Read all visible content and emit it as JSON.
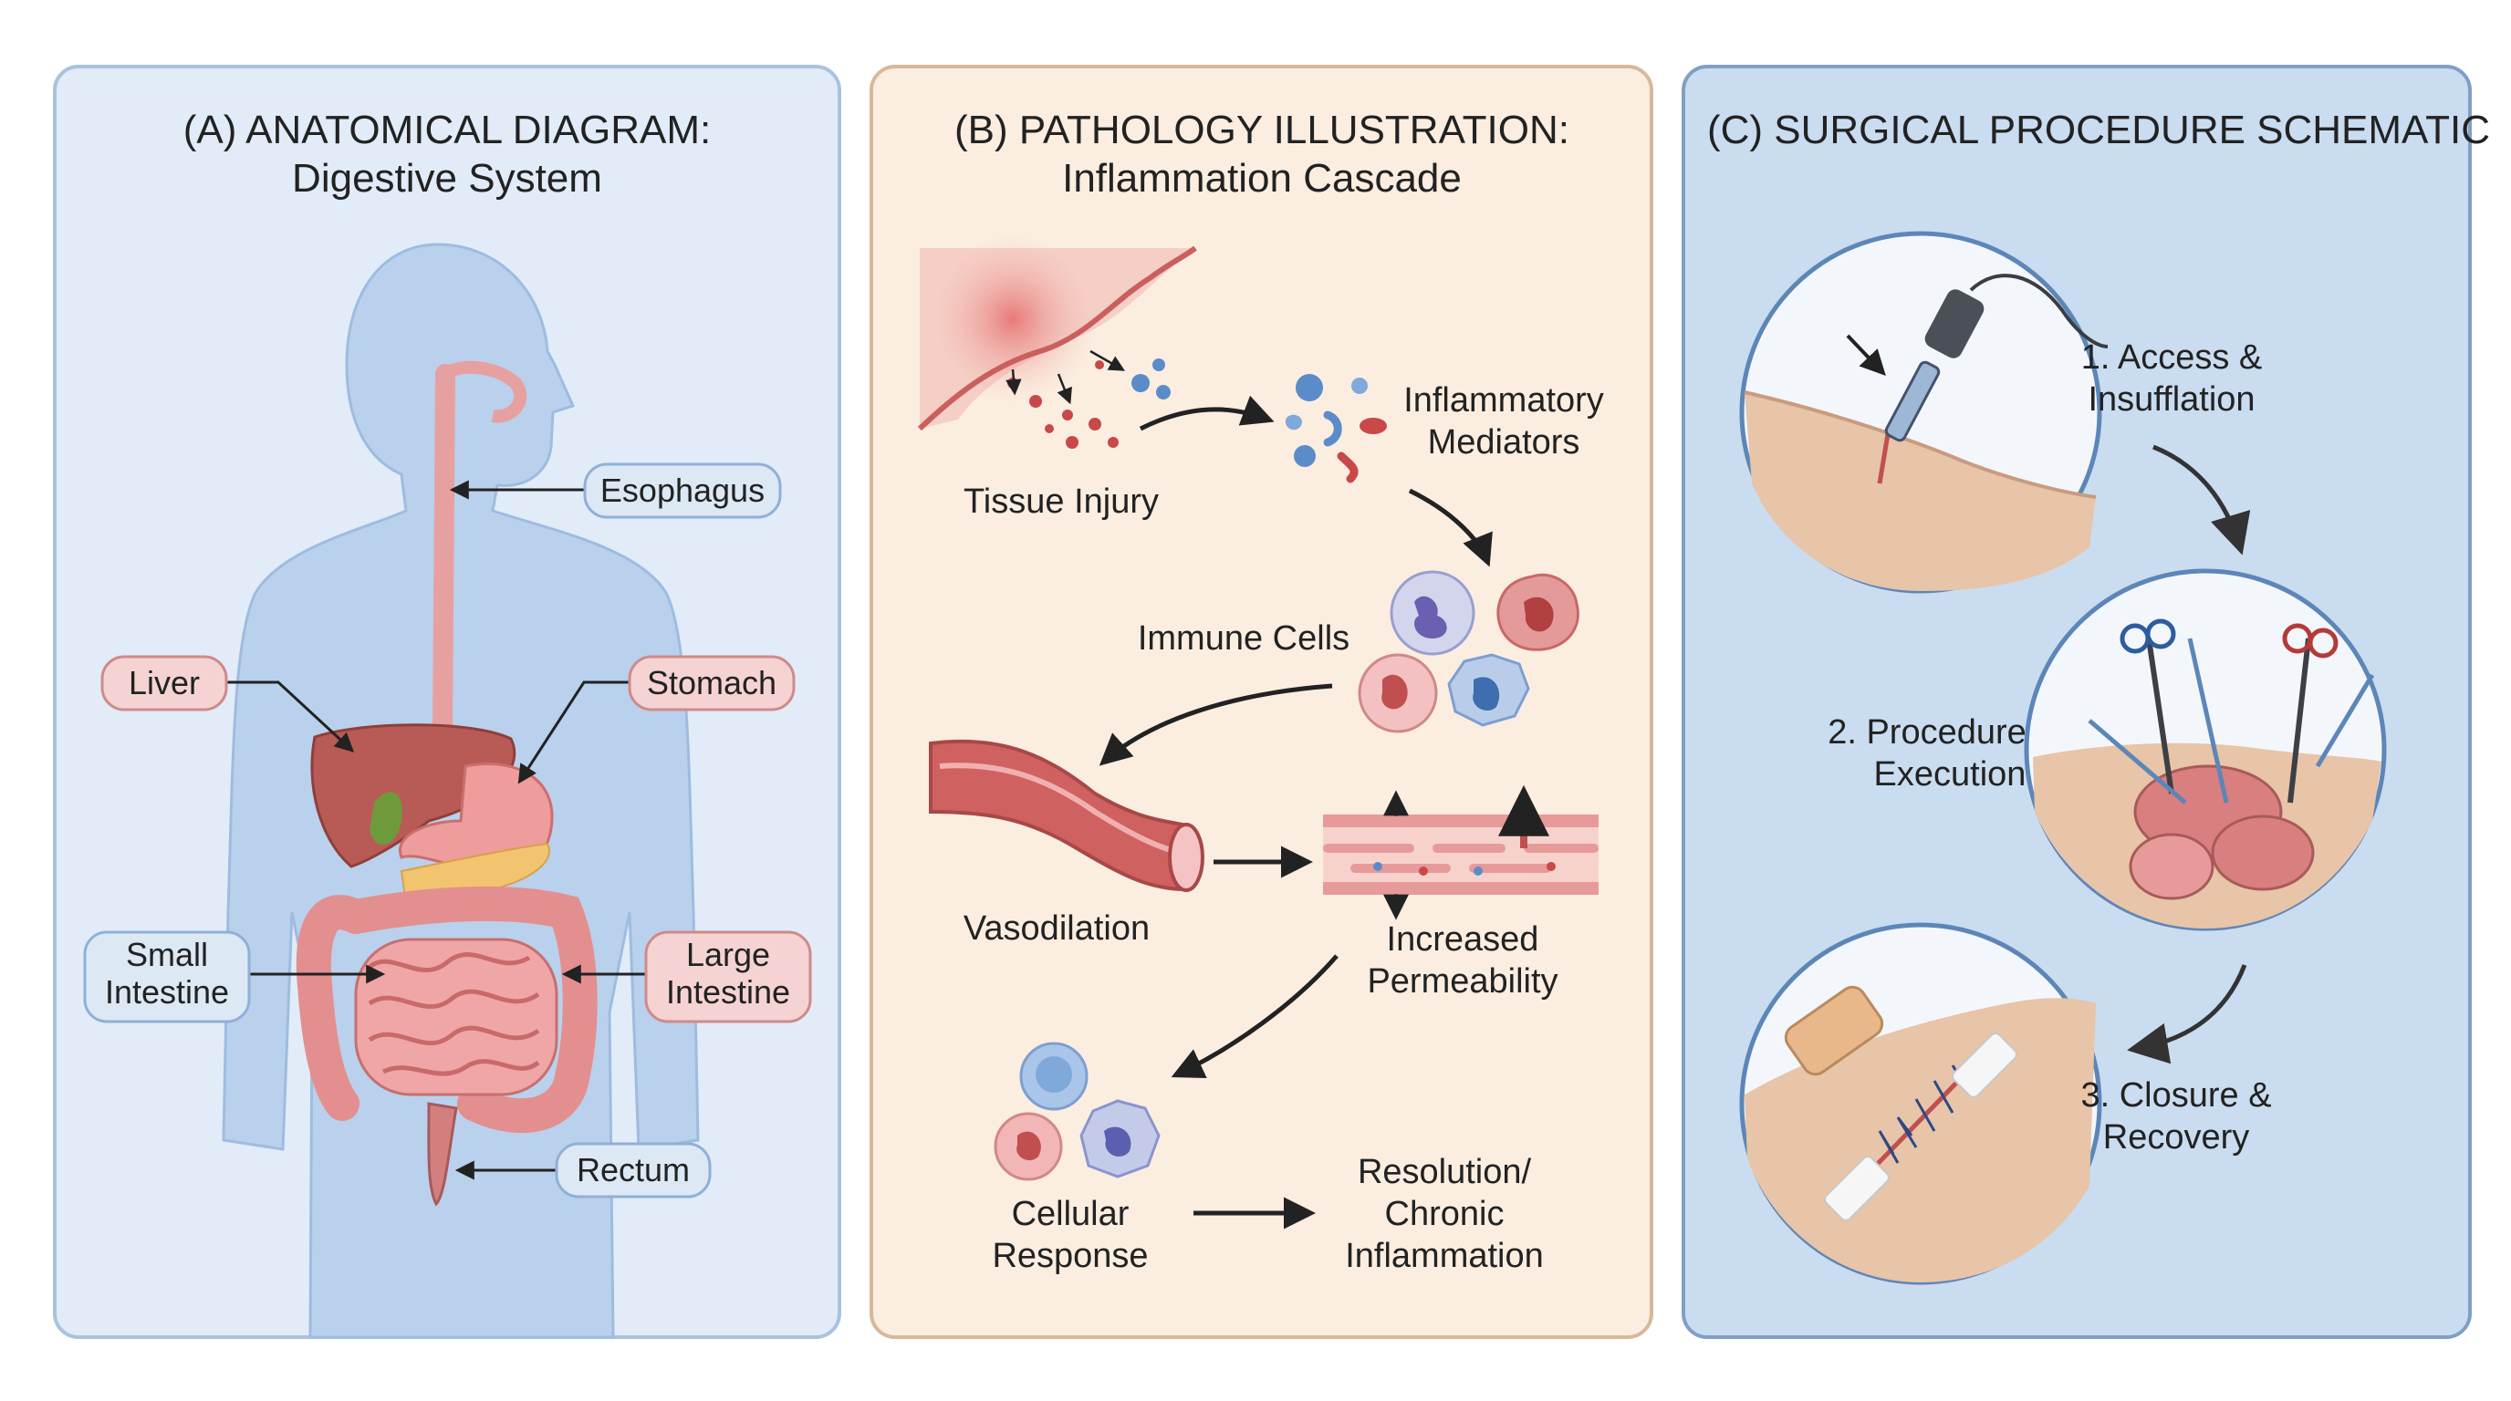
{
  "panel_a": {
    "title_line1": "(A) ANATOMICAL DIAGRAM:",
    "title_line2": "Digestive System",
    "labels": {
      "esophagus": "Esophagus",
      "liver": "Liver",
      "stomach": "Stomach",
      "small_intestine_1": "Small",
      "small_intestine_2": "Intestine",
      "large_intestine_1": "Large",
      "large_intestine_2": "Intestine",
      "rectum": "Rectum"
    }
  },
  "panel_b": {
    "title_line1": "(B) PATHOLOGY ILLUSTRATION:",
    "title_line2": "Inflammation Cascade",
    "labels": {
      "tissue_injury": "Tissue Injury",
      "inflammatory_1": "Inflammatory",
      "inflammatory_2": "Mediators",
      "immune_cells": "Immune Cells",
      "vasodilation": "Vasodilation",
      "permeability_1": "Increased",
      "permeability_2": "Permeability",
      "cellular_1": "Cellular",
      "cellular_2": "Response",
      "resolution_1": "Resolution/",
      "resolution_2": "Chronic",
      "resolution_3": "Inflammation"
    }
  },
  "panel_c": {
    "title": "(C) SURGICAL PROCEDURE SCHEMATIC",
    "labels": {
      "step1_1": "1. Access &",
      "step1_2": "Insufflation",
      "step2_1": "2. Procedure",
      "step2_2": "Execution",
      "step3_1": "3. Closure &",
      "step3_2": "Recovery"
    }
  },
  "colors": {
    "panel_a_bg": "#e1ecf8",
    "panel_b_bg": "#fbeee1",
    "panel_c_bg": "#cadcef",
    "red_tag": "#f6d3d3",
    "blue_tag": "#dde8f5",
    "tissue": "#e8c4a8",
    "organ": "#d98080"
  }
}
